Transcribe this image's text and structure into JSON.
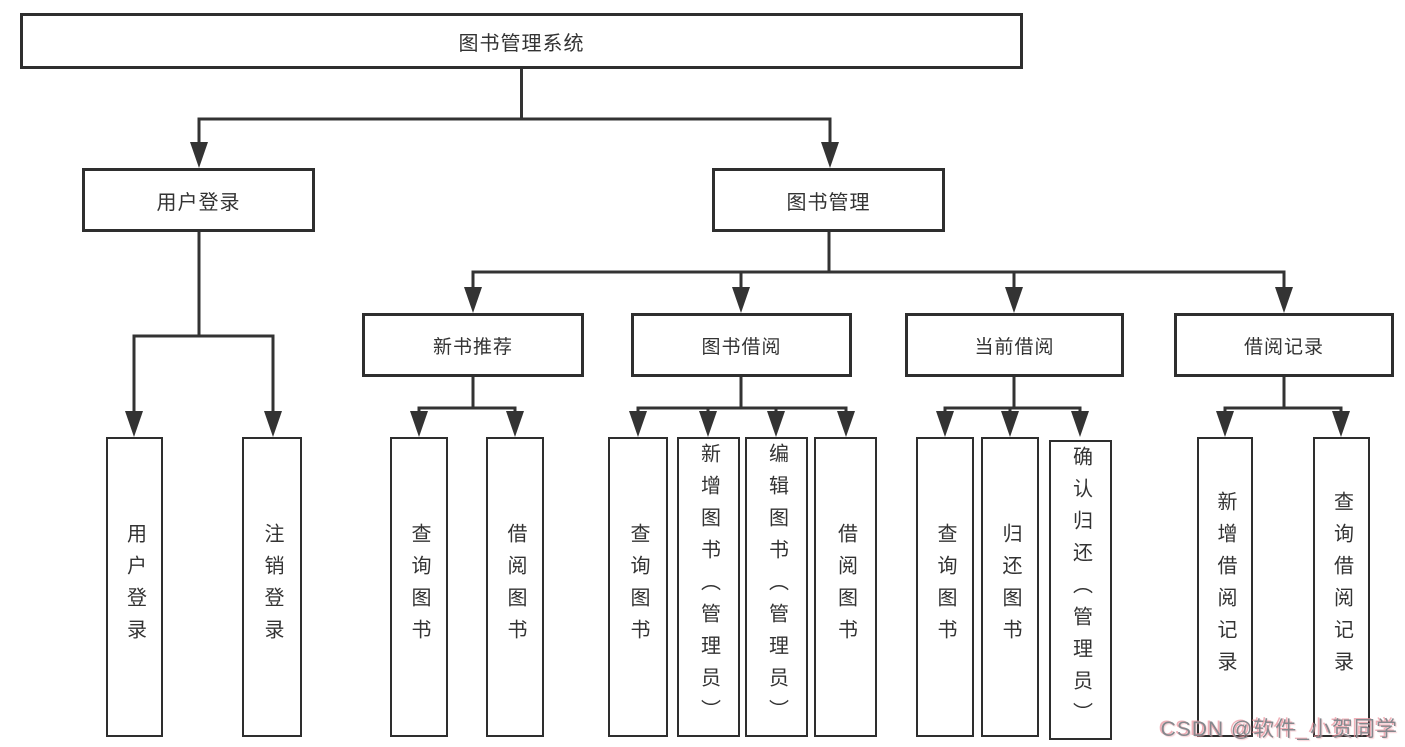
{
  "page": {
    "background_color": "#ffffff",
    "line_color": "#333333",
    "box_border_color": "#2e2e2e",
    "text_color": "#333333"
  },
  "diagram": {
    "root": {
      "label": "图书管理系统"
    },
    "level2": {
      "user_login": {
        "label": "用户登录"
      },
      "book_management": {
        "label": "图书管理"
      }
    },
    "level3": {
      "new_book_recommend": {
        "label": "新书推荐"
      },
      "book_borrowing": {
        "label": "图书借阅"
      },
      "current_borrowing": {
        "label": "当前借阅"
      },
      "borrowing_records": {
        "label": "借阅记录"
      }
    },
    "leaves": {
      "user_login": [
        "用户登录",
        "注销登录"
      ],
      "new_book_recommend": [
        "查询图书",
        "借阅图书"
      ],
      "book_borrowing": [
        "查询图书",
        "新增图书（管理员）",
        "编辑图书（管理员）",
        "借阅图书"
      ],
      "current_borrowing": [
        "查询图书",
        "归还图书",
        "确认归还（管理员）"
      ],
      "borrowing_records": [
        "新增借阅记录",
        "查询借阅记录"
      ]
    }
  },
  "watermark": {
    "text": "CSDN @软件_小贺同学",
    "color": "#84888d",
    "glow_color": "#eb96a0"
  }
}
